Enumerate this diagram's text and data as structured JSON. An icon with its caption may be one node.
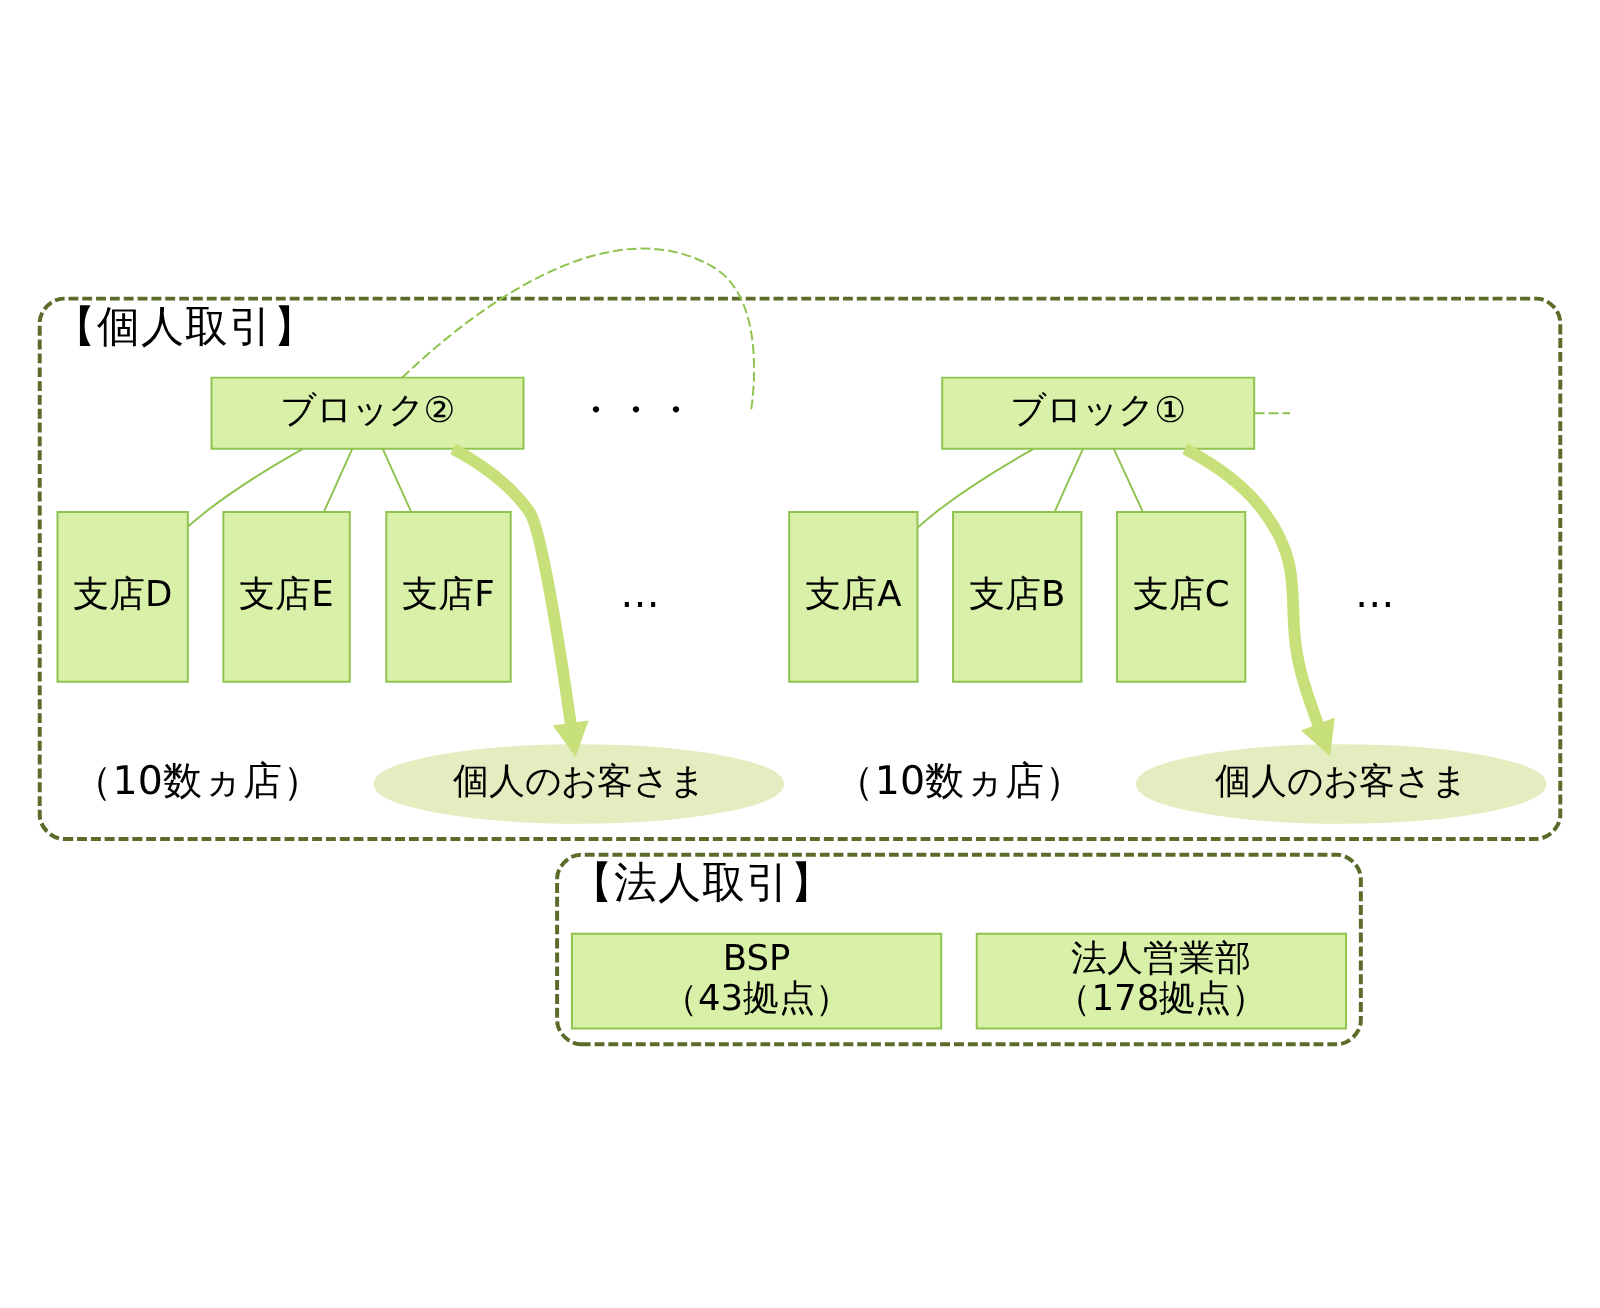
{
  "diagram": {
    "nodes": [
      {
        "text": [
          "【個人取引】"
        ]
      },
      {
        "text": [
          "ブロック①"
        ],
        "in": 0
      },
      {
        "text": [
          "支店A"
        ],
        "in": 0
      },
      {
        "text": [
          "支店B"
        ],
        "in": 0
      },
      {
        "text": [
          "支店C"
        ],
        "in": 0
      },
      {
        "text": [
          "ブロック②"
        ],
        "in": 0
      },
      {
        "text": [
          "支店D"
        ],
        "in": 0
      },
      {
        "text": [
          "支店E"
        ],
        "in": 0
      },
      {
        "text": [
          "支店F"
        ],
        "in": 0
      },
      {
        "text": [
          "個人のお客さま"
        ],
        "in": 0
      },
      {
        "text": [
          "個人のお客さま"
        ],
        "in": 0
      },
      {
        "text": [
          "【法人取引】"
        ]
      },
      {
        "text": [
          "法人営業部",
          "（178拠点）"
        ],
        "in": 11
      },
      {
        "text": [
          "BSP",
          "（43拠点）"
        ],
        "in": 11
      }
    ],
    "edges": [
      {
        "from": 1,
        "to": 2,
        "arrow": "none"
      },
      {
        "from": 1,
        "to": 3,
        "arrow": "none"
      },
      {
        "from": 1,
        "to": 4,
        "arrow": "none"
      },
      {
        "from": 1,
        "to": null,
        "arrow": "none",
        "style": "dashed"
      },
      {
        "from": 5,
        "to": 6,
        "arrow": "none"
      },
      {
        "from": 5,
        "to": 7,
        "arrow": "none"
      },
      {
        "from": 5,
        "to": 8,
        "arrow": "none"
      },
      {
        "from": 5,
        "to": null,
        "arrow": "none",
        "style": "dashed"
      },
      {
        "from": 1,
        "to": 9,
        "arrow": "to",
        "style": "thick"
      },
      {
        "from": 5,
        "to": 10,
        "arrow": "to",
        "style": "thick"
      }
    ],
    "labels": [
      "・・・",
      "…",
      "…",
      "（10数ヵ店）",
      "（10数ヵ店）"
    ]
  }
}
